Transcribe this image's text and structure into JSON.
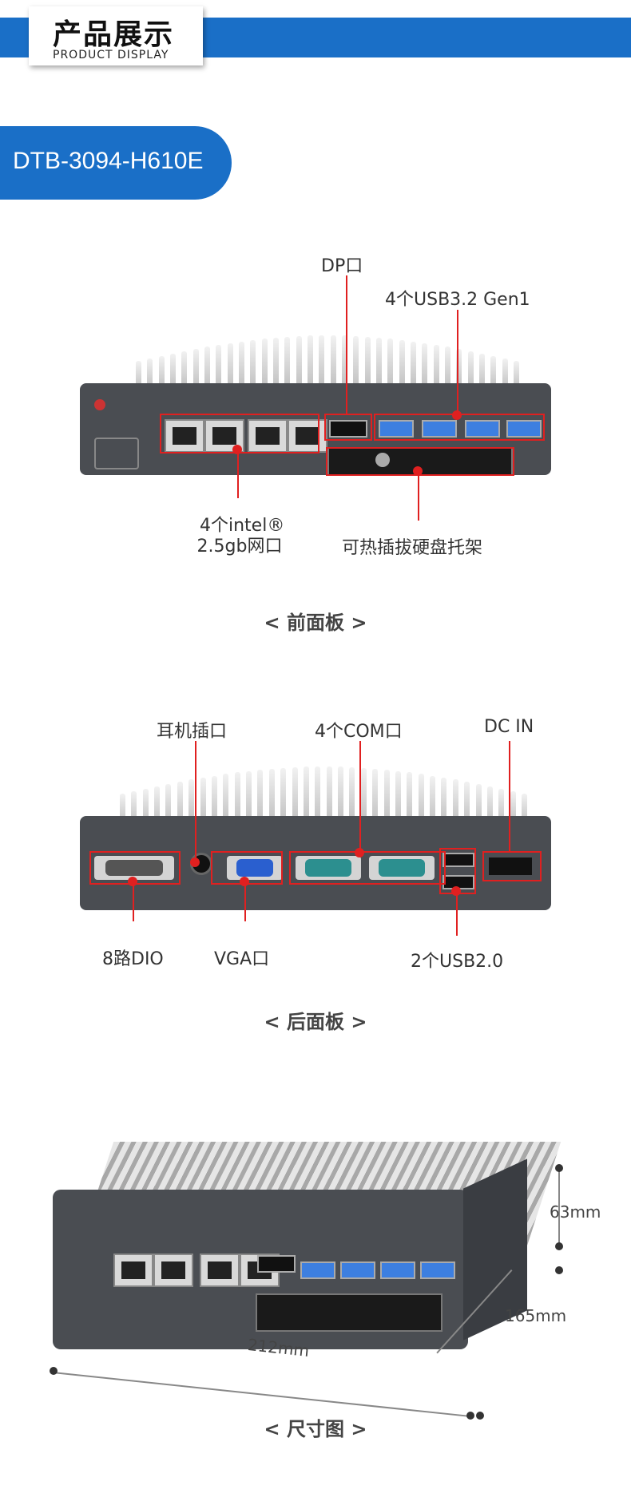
{
  "header": {
    "title_cn": "产品展示",
    "title_en": "PRODUCT DISPLAY"
  },
  "model": "DTB-3094-H610E",
  "front_panel": {
    "labels": {
      "dp": "DP口",
      "usb": "4个USB3.2 Gen1",
      "lan_line1": "4个intel®",
      "lan_line2": "2.5gb网口",
      "hdd": "可热插拔硬盘托架"
    },
    "caption": "< 前面板 >"
  },
  "rear_panel": {
    "labels": {
      "audio": "耳机插口",
      "com": "4个COM口",
      "dcin": "DC IN",
      "dio": "8路DIO",
      "vga": "VGA口",
      "usb2": "2个USB2.0"
    },
    "caption": "< 后面板 >"
  },
  "dimensions": {
    "height": "63mm",
    "depth": "165mm",
    "width": "212mm",
    "caption": "< 尺寸图 >"
  },
  "colors": {
    "brand_blue": "#1a6fc7",
    "callout_red": "#e02020"
  }
}
